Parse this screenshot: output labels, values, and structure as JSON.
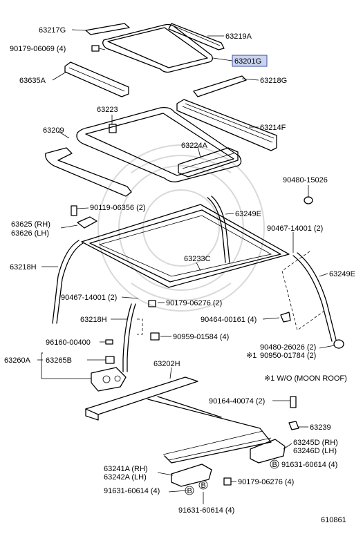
{
  "diagram": {
    "labels": {
      "p63217G": "63217G",
      "p63219A": "63219A",
      "p90179_06069": "90179-06069 (4)",
      "p63201G": "63201G",
      "p63635A": "63635A",
      "p63218G": "63218G",
      "p63223": "63223",
      "p63214F": "63214F",
      "p63209": "63209",
      "p63224A": "63224A",
      "p90480_15026": "90480-15026",
      "p90119_06356": "90119-06356 (2)",
      "p63249E_top": "63249E",
      "p63625": "63625 (RH)",
      "p63626": "63626 (LH)",
      "p90467_14001_r": "90467-14001 (2)",
      "p63218H_l": "63218H",
      "p63233C": "63233C",
      "p63249E_r": "63249E",
      "p90467_14001_l": "90467-14001 (2)",
      "p90179_06276_mid": "90179-06276 (2)",
      "p63218H_m": "63218H",
      "p90464_00161": "90464-00161 (4)",
      "p90959_01584": "90959-01584 (4)",
      "p96160_00400": "96160-00400",
      "p90480_26026": "90480-26026 (2)",
      "p90950_01784": "90950-01784 (2)",
      "p63260A": "63260A",
      "p63265B": "63265B",
      "note_mark": "※1",
      "p63202H": "63202H",
      "note_text": "※1 W/O (MOON ROOF)",
      "p90164_40074": "90164-40074 (2)",
      "p63239": "63239",
      "p63245D": "63245D (RH)",
      "p63246D": "63246D (LH)",
      "p91631_60614_r": "91631-60614 (4)",
      "p63241A": "63241A (RH)",
      "p63242A": "63242A (LH)",
      "p90179_06276_bot": "90179-06276 (4)",
      "p91631_60614_l": "91631-60614 (4)",
      "p91631_60614_b": "91631-60614 (4)",
      "circle_b": "B",
      "fig_no": "610861"
    },
    "highlight_color": "#c9d3f0"
  }
}
